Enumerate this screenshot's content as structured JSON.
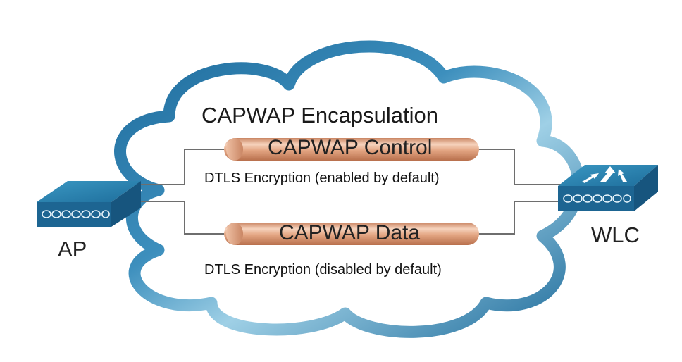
{
  "diagram": {
    "title": "CAPWAP Encapsulation",
    "devices": {
      "ap": {
        "label": "AP",
        "icon": "access-point-icon"
      },
      "wlc": {
        "label": "WLC",
        "icon": "wireless-lan-controller-icon"
      }
    },
    "tunnels": {
      "control": {
        "label": "CAPWAP Control",
        "note": "DTLS Encryption (enabled by default)"
      },
      "data": {
        "label": "CAPWAP Data",
        "note": "DTLS Encryption (disabled by default)"
      }
    },
    "colors": {
      "cloud_outline": "#2b78a8",
      "cloud_fill": "#ffffff",
      "tube": "#e0a17e",
      "tube_highlight": "#f6d3bd",
      "device_top": "#2a86b3",
      "device_front": "#1a5f8c",
      "line": "#6e6e6e"
    }
  }
}
